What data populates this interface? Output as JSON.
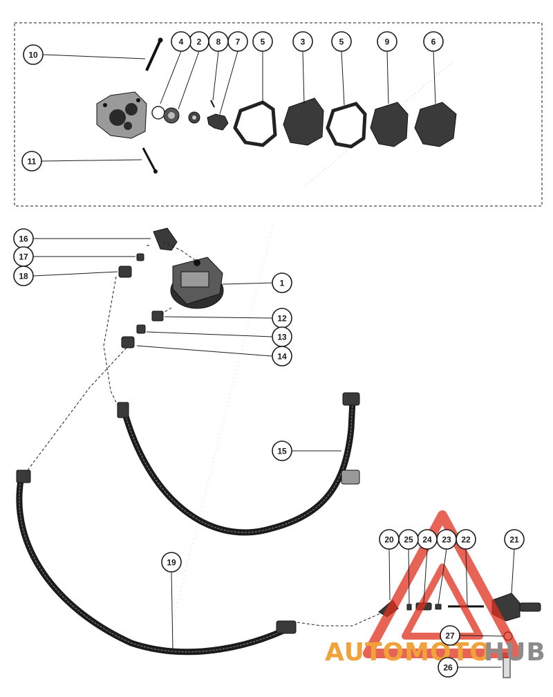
{
  "callouts": [
    {
      "label": "1"
    },
    {
      "label": "2"
    },
    {
      "label": "3"
    },
    {
      "label": "4"
    },
    {
      "label": "5"
    },
    {
      "label": "5"
    },
    {
      "label": "6"
    },
    {
      "label": "7"
    },
    {
      "label": "8"
    },
    {
      "label": "9"
    },
    {
      "label": "10"
    },
    {
      "label": "11"
    },
    {
      "label": "12"
    },
    {
      "label": "13"
    },
    {
      "label": "14"
    },
    {
      "label": "15"
    },
    {
      "label": "16"
    },
    {
      "label": "17"
    },
    {
      "label": "18"
    },
    {
      "label": "19"
    },
    {
      "label": "20"
    },
    {
      "label": "21"
    },
    {
      "label": "22"
    },
    {
      "label": "23"
    },
    {
      "label": "24"
    },
    {
      "label": "25"
    },
    {
      "label": "26"
    },
    {
      "label": "27"
    }
  ],
  "watermark": {
    "part1": "AUTOMOTO",
    "part2": "HUB",
    "color_orange": "#f2a23a",
    "color_gray": "#8c8c8c",
    "logo_red": "#e0301e"
  },
  "colors": {
    "line": "#1a1a1a",
    "part_dark": "#3a3a3a",
    "background": "#ffffff"
  }
}
